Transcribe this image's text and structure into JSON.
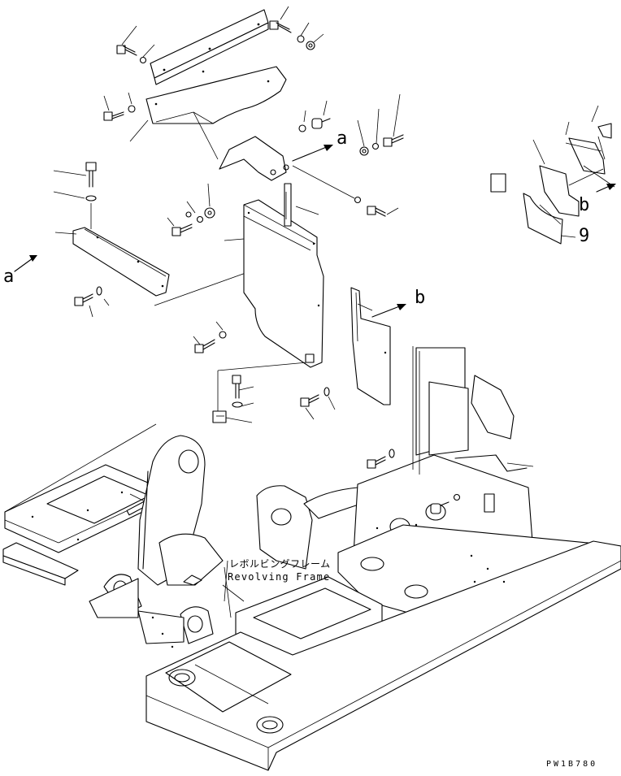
{
  "callouts": {
    "a_left": "a",
    "a_right": "a",
    "b_upper": "b",
    "b_lower": "b",
    "num_9": "9"
  },
  "caption": {
    "japanese": "レボルビングフレーム",
    "english": "Revolving Frame"
  },
  "drawing_code": "PW1B780"
}
